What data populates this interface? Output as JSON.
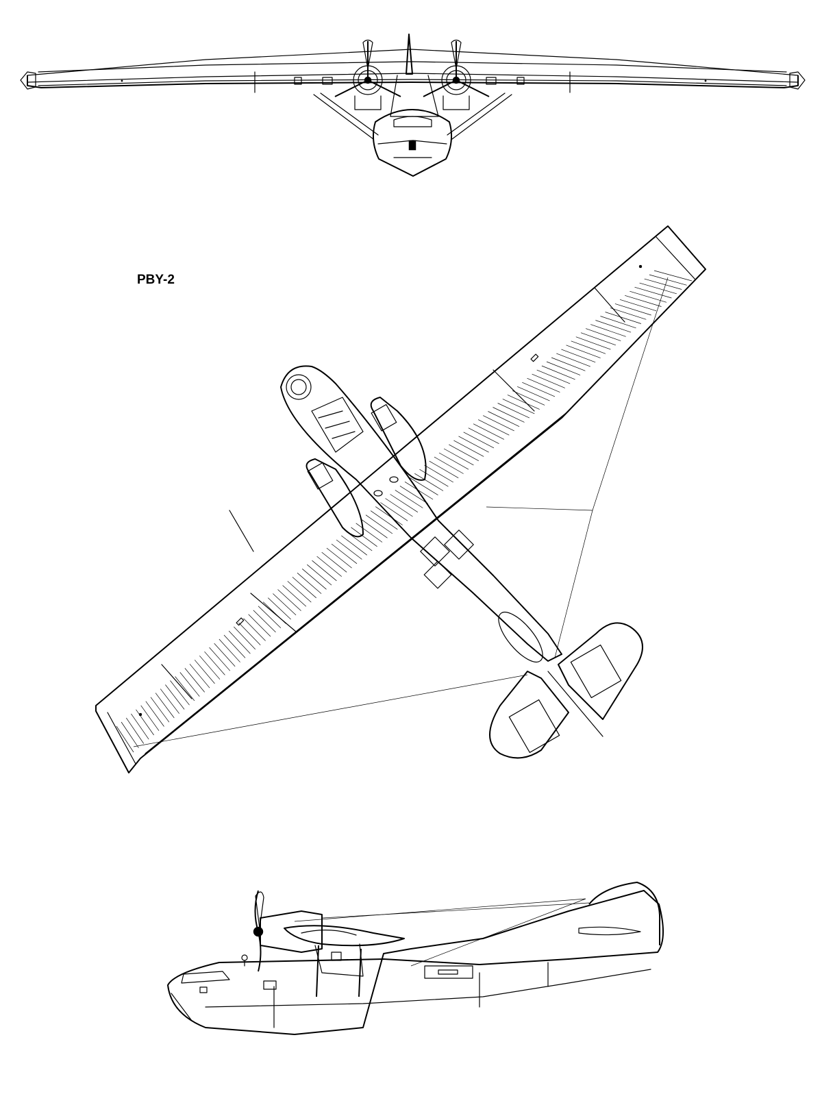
{
  "drawing": {
    "designation": "PBY-2",
    "views": [
      "front-view",
      "top-view",
      "side-view"
    ],
    "line_color": "#000000",
    "background": "#ffffff"
  }
}
